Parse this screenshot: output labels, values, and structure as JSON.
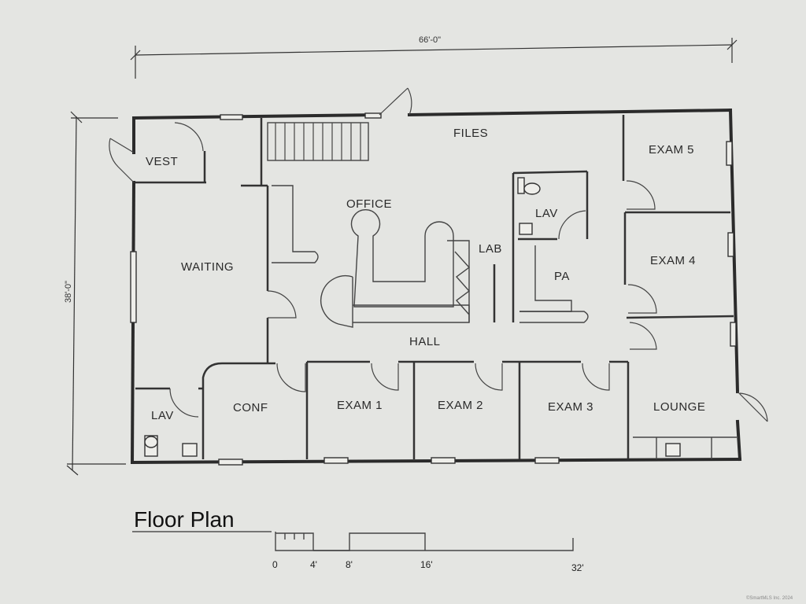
{
  "dimensions": {
    "width_label": "66'-0\"",
    "height_label": "38'-0\""
  },
  "rooms": {
    "vest": "VEST",
    "waiting": "WAITING",
    "office": "OFFICE",
    "files": "FILES",
    "exam5": "EXAM 5",
    "lav_upper": "LAV",
    "lab": "LAB",
    "pa": "PA",
    "exam4": "EXAM 4",
    "hall": "HALL",
    "lav_lower": "LAV",
    "conf": "CONF",
    "exam1": "EXAM 1",
    "exam2": "EXAM 2",
    "exam3": "EXAM 3",
    "lounge": "LOUNGE"
  },
  "title": "Floor Plan",
  "scale": {
    "ticks": [
      "0",
      "4'",
      "8'",
      "16'",
      "32'"
    ]
  },
  "watermark": "©SmartMLS Inc. 2024"
}
